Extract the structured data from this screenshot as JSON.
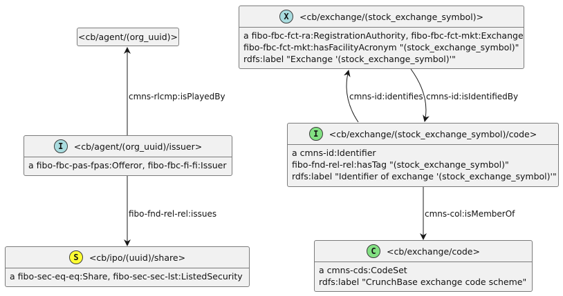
{
  "colors": {
    "identifier_badge": "#a9dcdf",
    "exchange_badge": "#a9dcdf",
    "code_badge": "#82e082",
    "codeset_badge": "#82e082",
    "share_badge": "#ffff33"
  },
  "nodes": {
    "org": {
      "title": "<cb/agent/(org_uuid)>"
    },
    "issuer": {
      "badge": "I",
      "title": "<cb/agent/(org_uuid)/issuer>",
      "lines": [
        "a fibo-fbc-pas-fpas:Offeror, fibo-fbc-fi-fi:Issuer"
      ]
    },
    "share": {
      "badge": "S",
      "title": "<cb/ipo/(uuid)/share>",
      "lines": [
        "a fibo-sec-eq-eq:Share, fibo-sec-sec-lst:ListedSecurity"
      ]
    },
    "exchange": {
      "badge": "X",
      "title": "<cb/exchange/(stock_exchange_symbol)>",
      "lines": [
        "a fibo-fbc-fct-ra:RegistrationAuthority, fibo-fbc-fct-mkt:Exchange",
        "fibo-fbc-fct-mkt:hasFacilityAcronym \"(stock_exchange_symbol)\"",
        "rdfs:label \"Exchange '(stock_exchange_symbol)'\""
      ]
    },
    "code": {
      "badge": "I",
      "title": "<cb/exchange/(stock_exchange_symbol)/code>",
      "lines": [
        "a cmns-id:Identifier",
        "fibo-fnd-rel-rel:hasTag \"(stock_exchange_symbol)\"",
        "rdfs:label \"Identifier of exchange '(stock_exchange_symbol)'\""
      ]
    },
    "codeset": {
      "badge": "C",
      "title": "<cb/exchange/code>",
      "lines": [
        "a cmns-cds:CodeSet",
        "rdfs:label \"CrunchBase exchange code scheme\""
      ]
    }
  },
  "edges": {
    "played_by": "cmns-rlcmp:isPlayedBy",
    "issues": "fibo-fnd-rel-rel:issues",
    "identifies": "cmns-id:identifies",
    "identified_by": "cmns-id:isIdentifiedBy",
    "member_of": "cmns-col:isMemberOf"
  }
}
